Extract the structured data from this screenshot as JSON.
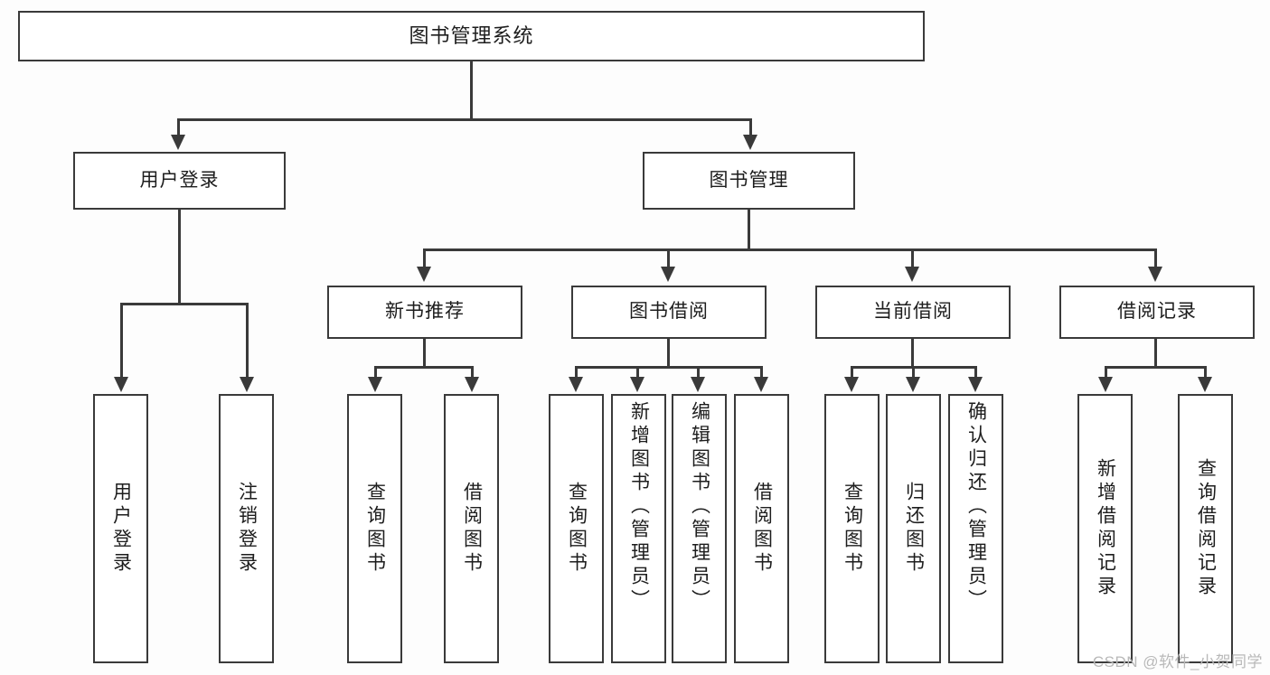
{
  "diagram": {
    "title": "图书管理系统",
    "watermark": "CSDN @软件_小贺同学",
    "root": {
      "label": "图书管理系统"
    },
    "level1": [
      {
        "label": "用户登录"
      },
      {
        "label": "图书管理"
      }
    ],
    "level2": [
      {
        "label": "新书推荐"
      },
      {
        "label": "图书借阅"
      },
      {
        "label": "当前借阅"
      },
      {
        "label": "借阅记录"
      }
    ],
    "leaves": {
      "user_login": [
        {
          "label": "用户登录"
        },
        {
          "label": "注销登录"
        }
      ],
      "new_book_recommend": [
        {
          "label": "查询图书"
        },
        {
          "label": "借阅图书"
        }
      ],
      "book_borrow": [
        {
          "label": "查询图书"
        },
        {
          "label": "新增图书（管理员）"
        },
        {
          "label": "编辑图书（管理员）"
        },
        {
          "label": "借阅图书"
        }
      ],
      "current_borrow": [
        {
          "label": "查询图书"
        },
        {
          "label": "归还图书"
        },
        {
          "label": "确认归还（管理员）"
        }
      ],
      "borrow_record": [
        {
          "label": "新增借阅记录"
        },
        {
          "label": "查询借阅记录"
        }
      ]
    },
    "colors": {
      "stroke": "#3a3a3a",
      "fill": "#ffffff",
      "text": "#1d1d1d",
      "watermark": "#b9b9b9"
    }
  },
  "chart_data": {
    "type": "table",
    "title": "图书管理系统 功能结构图",
    "nodes": [
      {
        "id": "root",
        "label": "图书管理系统",
        "level": 0,
        "parent": null
      },
      {
        "id": "n1",
        "label": "用户登录",
        "level": 1,
        "parent": "root"
      },
      {
        "id": "n2",
        "label": "图书管理",
        "level": 1,
        "parent": "root"
      },
      {
        "id": "n1-1",
        "label": "用户登录",
        "level": 2,
        "parent": "n1"
      },
      {
        "id": "n1-2",
        "label": "注销登录",
        "level": 2,
        "parent": "n1"
      },
      {
        "id": "n2-1",
        "label": "新书推荐",
        "level": 2,
        "parent": "n2"
      },
      {
        "id": "n2-2",
        "label": "图书借阅",
        "level": 2,
        "parent": "n2"
      },
      {
        "id": "n2-3",
        "label": "当前借阅",
        "level": 2,
        "parent": "n2"
      },
      {
        "id": "n2-4",
        "label": "借阅记录",
        "level": 2,
        "parent": "n2"
      },
      {
        "id": "n2-1-1",
        "label": "查询图书",
        "level": 3,
        "parent": "n2-1"
      },
      {
        "id": "n2-1-2",
        "label": "借阅图书",
        "level": 3,
        "parent": "n2-1"
      },
      {
        "id": "n2-2-1",
        "label": "查询图书",
        "level": 3,
        "parent": "n2-2"
      },
      {
        "id": "n2-2-2",
        "label": "新增图书（管理员）",
        "level": 3,
        "parent": "n2-2"
      },
      {
        "id": "n2-2-3",
        "label": "编辑图书（管理员）",
        "level": 3,
        "parent": "n2-2"
      },
      {
        "id": "n2-2-4",
        "label": "借阅图书",
        "level": 3,
        "parent": "n2-2"
      },
      {
        "id": "n2-3-1",
        "label": "查询图书",
        "level": 3,
        "parent": "n2-3"
      },
      {
        "id": "n2-3-2",
        "label": "归还图书",
        "level": 3,
        "parent": "n2-3"
      },
      {
        "id": "n2-3-3",
        "label": "确认归还（管理员）",
        "level": 3,
        "parent": "n2-3"
      },
      {
        "id": "n2-4-1",
        "label": "新增借阅记录",
        "level": 3,
        "parent": "n2-4"
      },
      {
        "id": "n2-4-2",
        "label": "查询借阅记录",
        "level": 3,
        "parent": "n2-4"
      }
    ]
  }
}
